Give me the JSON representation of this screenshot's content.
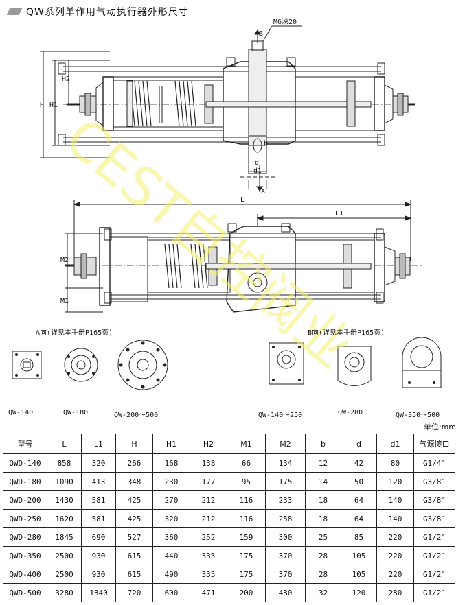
{
  "title": "QW系列单作用气动执行器外形尺寸",
  "drawing": {
    "thread_label": "M6深20",
    "arrow_b": "B",
    "arrow_a": "A",
    "dims_top": [
      "H",
      "H1",
      "H2",
      "b",
      "d",
      "d1"
    ],
    "dims_bottom": [
      "L",
      "L1",
      "M2",
      "M1"
    ]
  },
  "views": {
    "a_caption": "A向(详见本手册P165页)",
    "b_caption": "B向(详见本手册P165页)",
    "labels": [
      "QW-140",
      "QW-180",
      "QW-200～500",
      "QW-140～250",
      "QW-280",
      "QW-350～500"
    ]
  },
  "watermark": "CEST自控阀业",
  "unit_label": "单位:mm",
  "table": {
    "headers": [
      "型号",
      "L",
      "L1",
      "H",
      "H1",
      "H2",
      "M1",
      "M2",
      "b",
      "d",
      "d1",
      "气源接口"
    ],
    "rows": [
      [
        "QWD-140",
        "858",
        "320",
        "266",
        "168",
        "138",
        "66",
        "134",
        "12",
        "42",
        "80",
        "G1/4″"
      ],
      [
        "QWD-180",
        "1090",
        "413",
        "348",
        "230",
        "177",
        "95",
        "175",
        "14",
        "50",
        "120",
        "G3/8″"
      ],
      [
        "QWD-200",
        "1430",
        "581",
        "425",
        "270",
        "212",
        "116",
        "233",
        "18",
        "64",
        "140",
        "G3/8″"
      ],
      [
        "QWD-250",
        "1620",
        "581",
        "425",
        "320",
        "212",
        "116",
        "258",
        "18",
        "64",
        "140",
        "G3/8″"
      ],
      [
        "QWD-280",
        "1845",
        "690",
        "527",
        "360",
        "252",
        "159",
        "300",
        "25",
        "85",
        "220",
        "G1/2″"
      ],
      [
        "QWD-350",
        "2500",
        "930",
        "615",
        "440",
        "335",
        "175",
        "370",
        "28",
        "105",
        "220",
        "G1/2″"
      ],
      [
        "QWD-400",
        "2500",
        "930",
        "615",
        "490",
        "335",
        "175",
        "370",
        "28",
        "105",
        "220",
        "G1/2″"
      ],
      [
        "QWD-500",
        "3280",
        "1340",
        "720",
        "600",
        "471",
        "200",
        "480",
        "32",
        "120",
        "280",
        "G1/2″"
      ]
    ]
  }
}
